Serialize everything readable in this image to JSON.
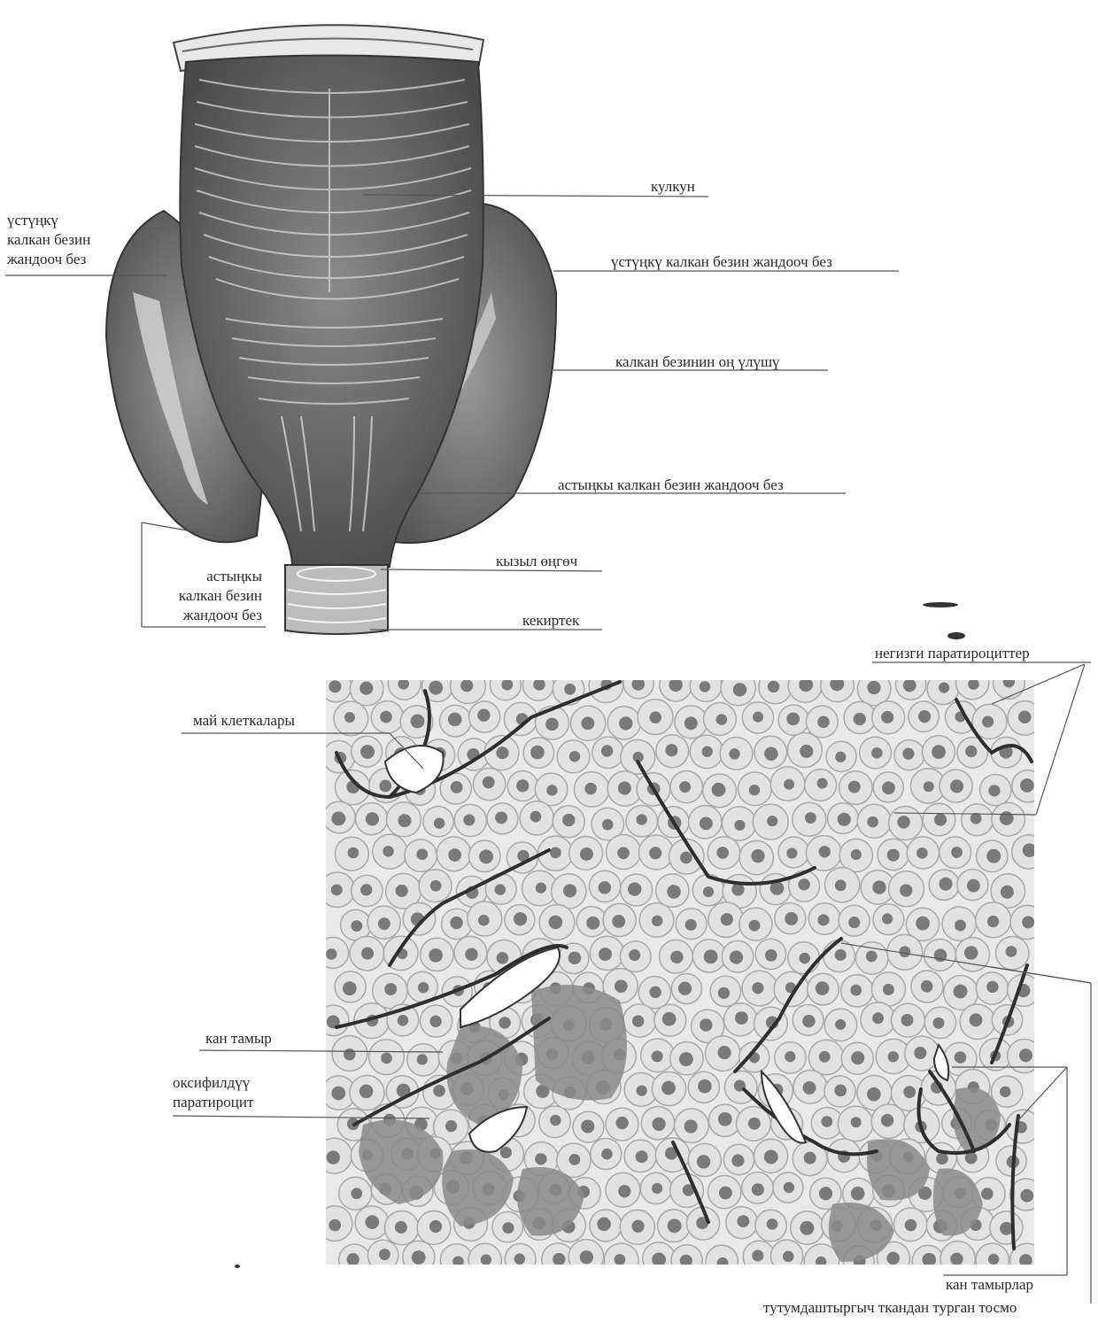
{
  "top_figure": {
    "labels": {
      "kulkun": "кулкун",
      "upper_parathyroid_left": [
        "үстүңкү",
        "калкан безин",
        "жандооч без"
      ],
      "upper_parathyroid_right": "үстүңкү калкан безин жандооч без",
      "thyroid_right_lobe": "калкан безинин оң үлүшү",
      "lower_parathyroid_right": "астыңкы калкан безин жандооч без",
      "esophagus": "кызыл өңгөч",
      "lower_parathyroid_left": [
        "астыңкы",
        "калкан безин",
        "жандооч без"
      ],
      "trachea": "кекиртек"
    }
  },
  "bottom_figure": {
    "labels": {
      "chief_cells": "негизги паратироциттер",
      "fat_cells": "май клеткалары",
      "blood_vessel": "кан тамыр",
      "oxyphil": [
        "оксифилдүү",
        "паратироцит"
      ],
      "blood_vessels": "кан тамырлар",
      "septum": "тутумдаштыргыч ткандан турган тосмо"
    }
  }
}
